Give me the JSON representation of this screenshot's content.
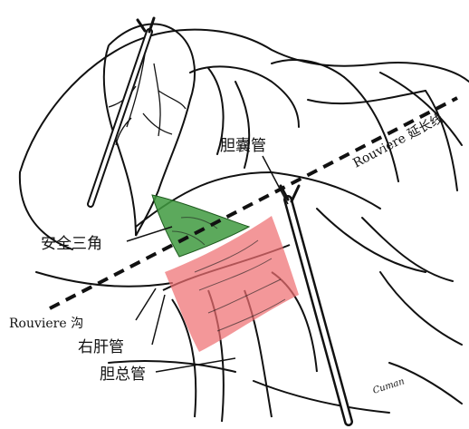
{
  "labels": {
    "safe_triangle": "安全三角",
    "cystic_duct": "胆囊管",
    "rouviere_extension": "Rouviere 延长线",
    "rouviere_sulcus": "Rouviere 沟",
    "right_hepatic_duct": "右肝管",
    "common_bile_duct": "胆总管"
  },
  "signature": "Cuman",
  "colors": {
    "safe_zone": "#3f9a3f",
    "danger_zone": "#ee6f72",
    "ink": "#111111",
    "background": "#ffffff"
  }
}
